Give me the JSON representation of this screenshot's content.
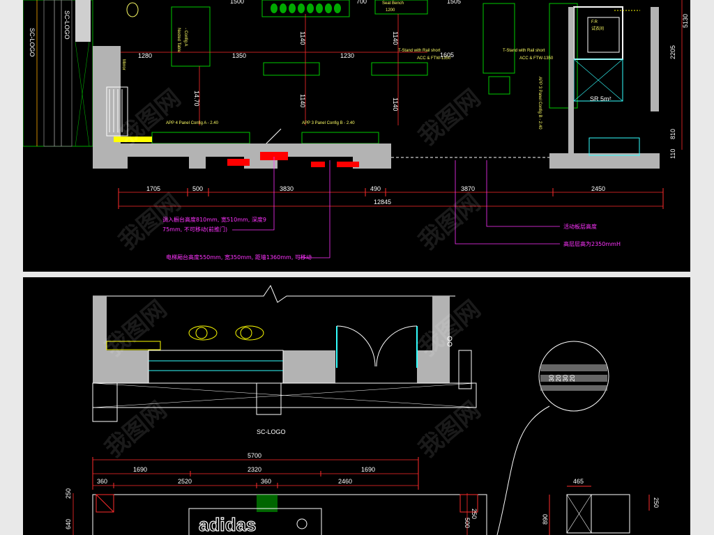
{
  "top_plan": {
    "dimensions_bottom": [
      "1705",
      "500",
      "3830",
      "490",
      "3870",
      "2450"
    ],
    "total_width": "12845",
    "dimensions_top": [
      "1500",
      "700",
      "1505"
    ],
    "dimensions_mid": [
      "1280",
      "1350",
      "1230"
    ],
    "dimensions_vertical": [
      "1140",
      "1140",
      "14.70",
      "1140",
      "1140"
    ],
    "dimensions_right": [
      "2205",
      "810",
      "110",
      "5130"
    ],
    "left_vertical_labels": [
      "SC-LOGO",
      "SC-LOGO"
    ],
    "mirror_label": "Mirror",
    "labels": {
      "nested_table": "Nested Table",
      "config_a_side": "- Config A",
      "seat_bench": "Seat Bench",
      "seat_bench_dim": "1200",
      "t_stand_1": "T-Stand with Rail short",
      "t_stand_1_acc": "ACC & FTW-1350",
      "t_stand_1_dim": "1605",
      "t_stand_2": "T-Stand with Rail short",
      "t_stand_2_acc": "ACC & FTW-1350",
      "app4": "APP 4 Panel Config A - 2.40",
      "app3": "APP 3 Panel Config B - 2.40",
      "app3_vertical": "APP 3 Panel Config B - 2.40",
      "fr": "F.R",
      "fr_sub": "试衣间",
      "sr": "SR 5m²"
    },
    "notes": [
      "调入橱台高度810mm, 宽510mm, 深度9",
      "75mm, 不可移动(前推门)",
      "电梯厢台高度550mm, 宽350mm, 距墙1360mm, 可移动",
      "活动板层高度",
      "高层层高为2350mmH"
    ]
  },
  "bottom_plan": {
    "sc_logo": "SC-LOGO",
    "dimensions_total": "5700",
    "dimensions_row1": [
      "1690",
      "2320",
      "1690"
    ],
    "dimensions_row2": [
      "360",
      "2520",
      "360",
      "2460"
    ],
    "vertical_left": [
      "250",
      "640"
    ],
    "vertical_right": [
      "250",
      "500"
    ],
    "detail_dimensions": [
      "465",
      "250",
      "890"
    ],
    "detail_circle_labels": [
      "30",
      "20",
      "30",
      "20"
    ],
    "brand_logo_text": "adidas"
  },
  "watermark": "我图网",
  "colors": {
    "background": "#000000",
    "dim_line": "#ff2b2b",
    "wall_fill": "#b3b3b3",
    "label": "#ffff66",
    "note": "#ff33ff",
    "furniture": "#00cc00",
    "glass": "#33ffff",
    "text": "#ffffff"
  }
}
